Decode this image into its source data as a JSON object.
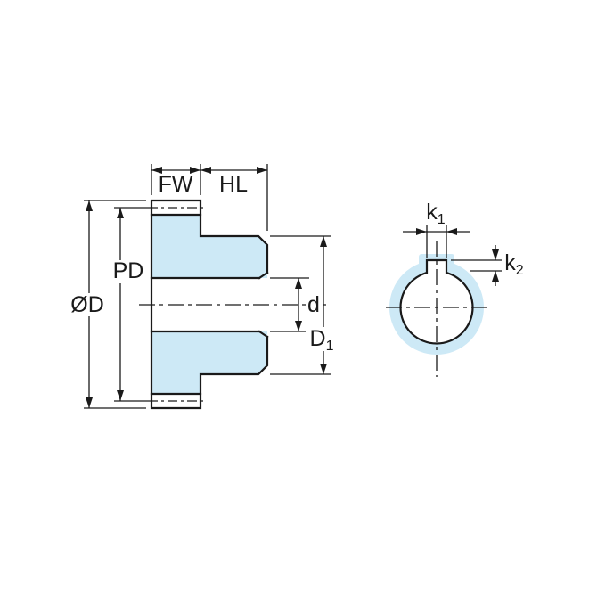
{
  "diagram": {
    "colors": {
      "body_fill": "#cde9f6",
      "line": "#1a1a1a",
      "background": "#ffffff"
    },
    "labels": {
      "face_width": "FW",
      "hub_length": "HL",
      "pitch_diameter": "PD",
      "outer_diameter": "ØD",
      "bore_diameter": "d",
      "hub_diameter_base": "D",
      "hub_diameter_sub": "1",
      "keyway_width_base": "k",
      "keyway_width_sub": "1",
      "keyway_depth_base": "k",
      "keyway_depth_sub": "2"
    }
  }
}
